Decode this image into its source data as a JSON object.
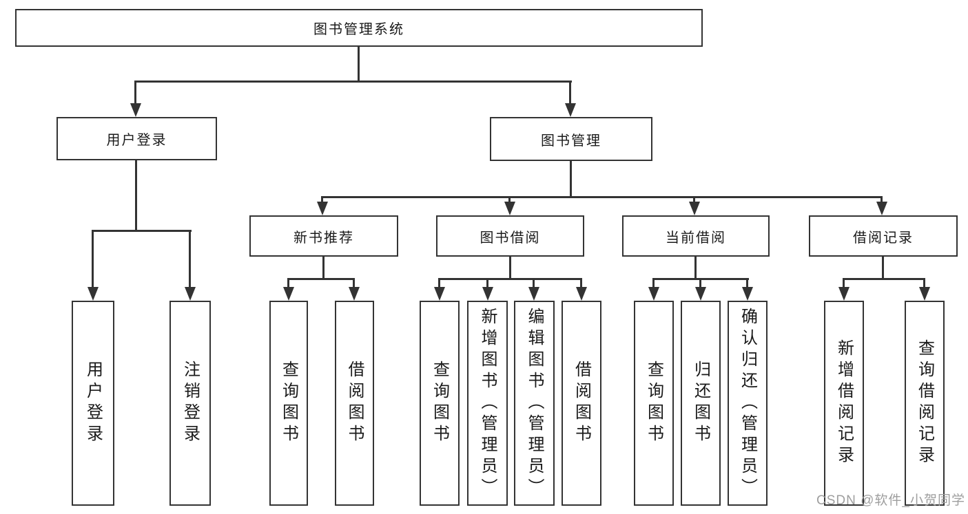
{
  "diagram": {
    "root": {
      "label": "图书管理系统"
    },
    "level2": [
      {
        "id": "user-login",
        "label": "用户登录"
      },
      {
        "id": "book-management",
        "label": "图书管理"
      }
    ],
    "level3": [
      {
        "id": "new-book-recommend",
        "label": "新书推荐",
        "parent": "图书管理"
      },
      {
        "id": "book-borrow",
        "label": "图书借阅",
        "parent": "图书管理"
      },
      {
        "id": "current-borrow",
        "label": "当前借阅",
        "parent": "图书管理"
      },
      {
        "id": "borrow-records",
        "label": "借阅记录",
        "parent": "图书管理"
      }
    ],
    "leaves": [
      {
        "id": "user-login-leaf",
        "label": "用户登录",
        "parent": "用户登录"
      },
      {
        "id": "logout",
        "label": "注销登录",
        "parent": "用户登录"
      },
      {
        "id": "query-books-recommend",
        "label": "查询图书",
        "parent": "新书推荐"
      },
      {
        "id": "borrow-books-recommend",
        "label": "借阅图书",
        "parent": "新书推荐"
      },
      {
        "id": "query-books-borrow",
        "label": "查询图书",
        "parent": "图书借阅"
      },
      {
        "id": "add-books-admin",
        "label": "新增图书（管理员）",
        "parent": "图书借阅"
      },
      {
        "id": "edit-books-admin",
        "label": "编辑图书（管理员）",
        "parent": "图书借阅"
      },
      {
        "id": "borrow-books",
        "label": "借阅图书",
        "parent": "图书借阅"
      },
      {
        "id": "query-books-current",
        "label": "查询图书",
        "parent": "当前借阅"
      },
      {
        "id": "return-books",
        "label": "归还图书",
        "parent": "当前借阅"
      },
      {
        "id": "confirm-return-admin",
        "label": "确认归还（管理员）",
        "parent": "当前借阅"
      },
      {
        "id": "add-borrow-record",
        "label": "新增借阅记录",
        "parent": "借阅记录"
      },
      {
        "id": "query-borrow-record",
        "label": "查询借阅记录",
        "parent": "借阅记录"
      }
    ]
  },
  "watermark": {
    "text": "CSDN @软件_小贺同学"
  },
  "colors": {
    "line": "#333333",
    "text": "#1a1a1a",
    "background": "#ffffff",
    "watermark": "#9e9e9e"
  }
}
